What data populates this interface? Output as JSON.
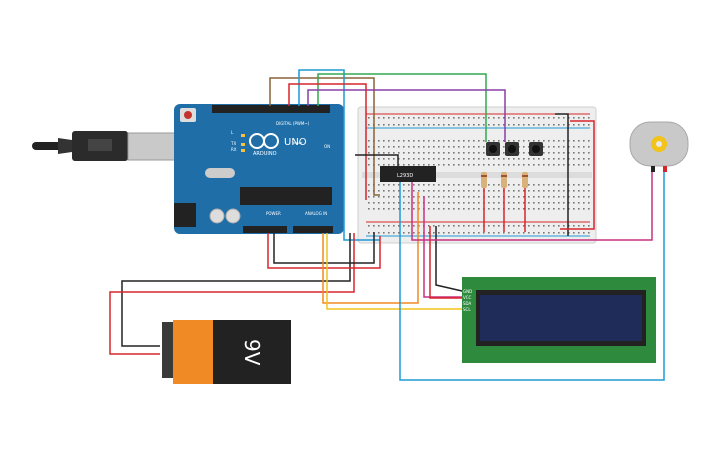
{
  "arduino": {
    "reset_label": "RESET",
    "digital_label": "DIGITAL (PWM~)",
    "brand": "ARDUINO",
    "model": "UNO",
    "on_label": "ON",
    "tx_label": "TX",
    "rx_label": "RX",
    "power_label": "POWER",
    "analog_label": "ANALOG IN",
    "l_label": "L"
  },
  "driver_chip": {
    "label": "L293D"
  },
  "battery": {
    "label": "9V"
  },
  "lcd": {
    "pins": [
      "GND",
      "VCC",
      "SDA",
      "SCL"
    ]
  },
  "colors": {
    "board": "#1f6ea8",
    "breadboard": "#eeeeee",
    "lcd_pcb": "#2e8b3e",
    "lcd_screen": "#1f2c5a",
    "wire_red": "#d7262b",
    "wire_black": "#222222",
    "wire_blue": "#1e9ad6",
    "wire_green": "#33a852",
    "wire_purple": "#8b3fa8",
    "wire_brown": "#8a6338",
    "wire_orange": "#f08a24",
    "wire_yellow": "#f2c318",
    "wire_magenta": "#c9307f"
  }
}
